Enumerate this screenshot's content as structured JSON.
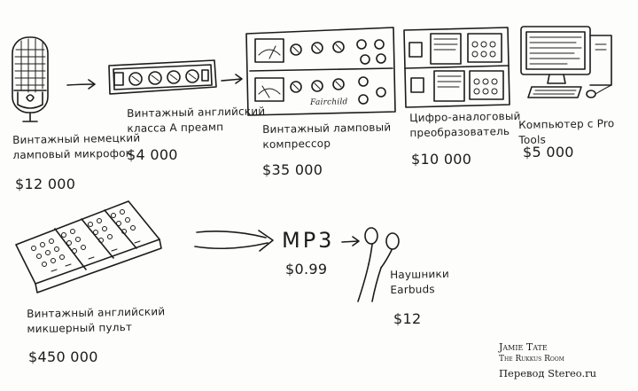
{
  "items": [
    {
      "label_lines": [
        "Винтажный немецкий",
        "ламповый микрофон"
      ],
      "price": "$12 000",
      "icon": "tube-microphone-icon"
    },
    {
      "label_lines": [
        "Винтажный английский",
        "класса А преамп"
      ],
      "price": "$4 000",
      "icon": "rack-preamp-icon"
    },
    {
      "label_lines": [
        "Винтажный ламповый",
        "компрессор"
      ],
      "price": "$35 000",
      "icon": "tube-compressor-icon",
      "brand": "Fairchild"
    },
    {
      "label_lines": [
        "Цифро-аналоговый",
        "преобразователь"
      ],
      "price": "$10 000",
      "icon": "converter-icon"
    },
    {
      "label_lines": [
        "Компьютер с Pro Tools"
      ],
      "price": "$5 000",
      "icon": "computer-icon"
    },
    {
      "label_lines": [
        "Винтажный английский",
        "микшерный пульт"
      ],
      "price": "$450 000",
      "icon": "mixing-console-icon"
    },
    {
      "label_lines": [
        "Наушники",
        "Earbuds"
      ],
      "price": "$12",
      "icon": "earbuds-icon"
    }
  ],
  "mp3": {
    "label": "MP3",
    "price": "$0.99"
  },
  "credits": {
    "line1": "Jamie Tate",
    "line2": "The Rukkus Room",
    "line3": "Перевод Stereo.ru"
  }
}
